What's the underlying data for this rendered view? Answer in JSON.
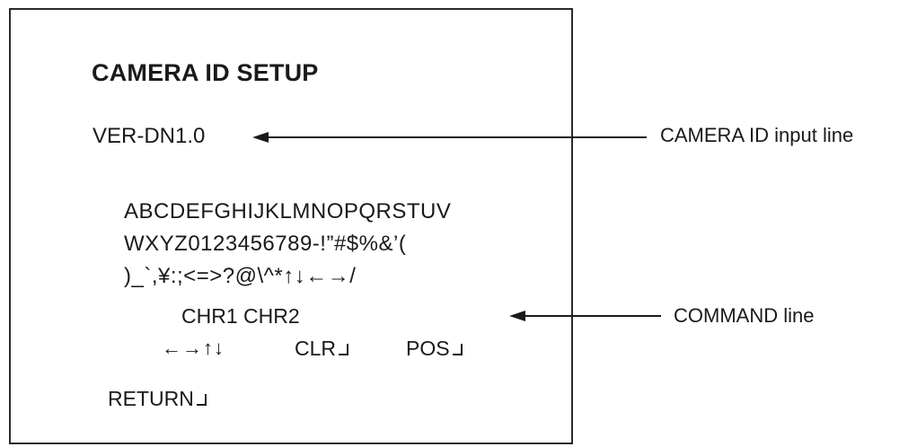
{
  "screen": {
    "title": "CAMERA ID SETUP",
    "camera_id_value": "VER-DN1.0",
    "char_rows": [
      "ABCDEFGHIJKLMNOPQRSTUV",
      "WXYZ0123456789-!”#$%&’(",
      ")_`,¥:;<=>?@\\^*↑↓←→/"
    ],
    "chr_label": "CHR1 CHR2",
    "cursor_arrows": "←→↑↓",
    "clr_label": "CLR",
    "pos_label": "POS",
    "return_label": "RETURN"
  },
  "annotations": {
    "camera_id_line": "CAMERA ID input line",
    "command_line": "COMMAND line"
  },
  "icons": {
    "enter": "enter-key-icon",
    "pointer": "left-arrow-pointer-icon"
  }
}
